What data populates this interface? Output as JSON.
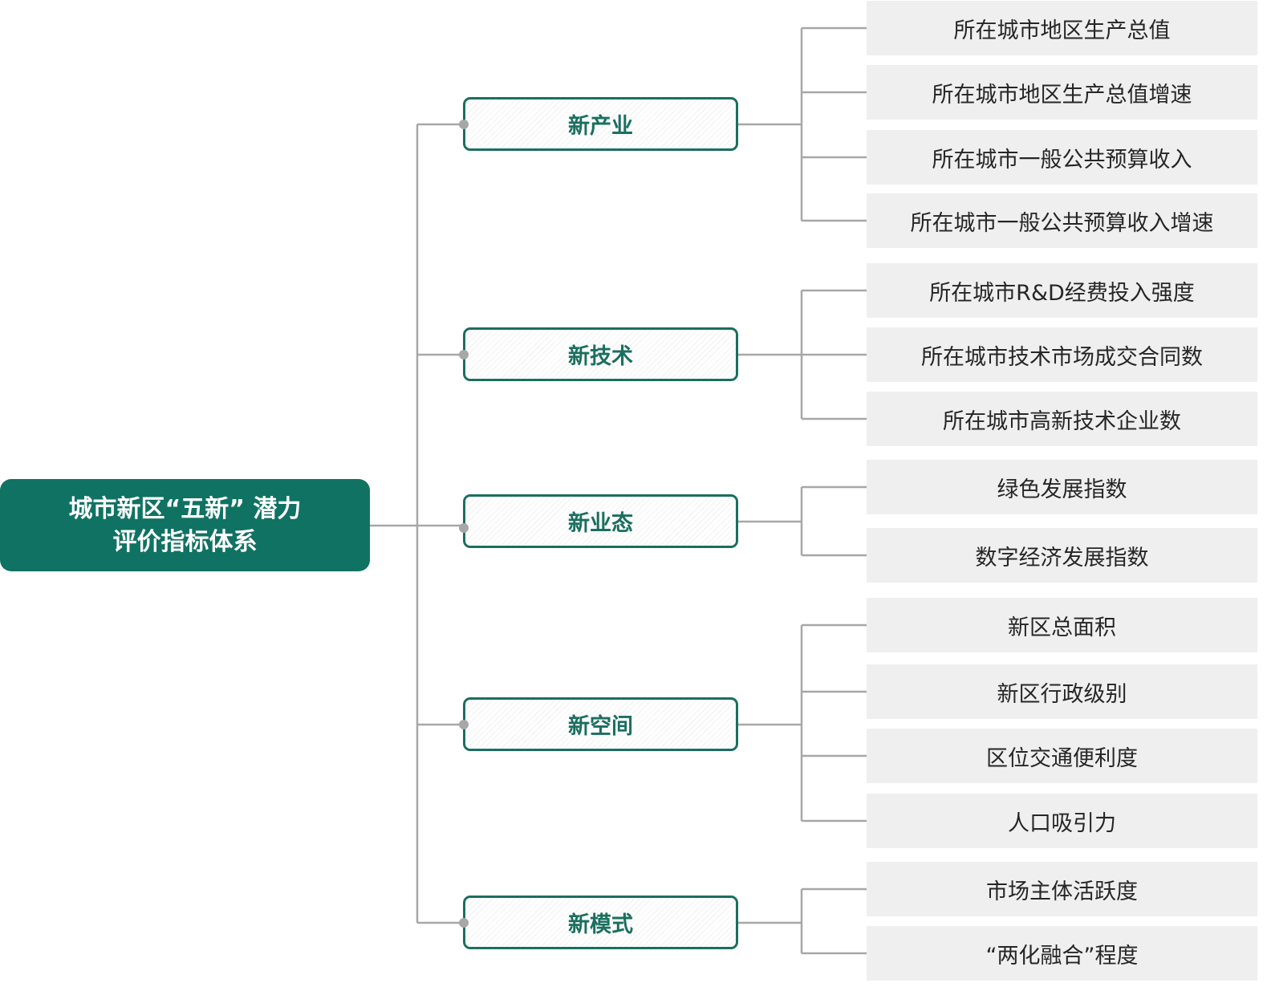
{
  "root": {
    "line1": "城市新区“五新” 潜力",
    "line2": "评价指标体系"
  },
  "categories": [
    {
      "label": "新产业",
      "indicators": [
        "所在城市地区生产总值",
        "所在城市地区生产总值增速",
        "所在城市一般公共预算收入",
        "所在城市一般公共预算收入增速"
      ]
    },
    {
      "label": "新技术",
      "indicators": [
        "所在城市R&D经费投入强度",
        "所在城市技术市场成交合同数",
        "所在城市高新技术企业数"
      ]
    },
    {
      "label": "新业态",
      "indicators": [
        "绿色发展指数",
        "数字经济发展指数"
      ]
    },
    {
      "label": "新空间",
      "indicators": [
        "新区总面积",
        "新区行政级别",
        "区位交通便利度",
        "人口吸引力"
      ]
    },
    {
      "label": "新模式",
      "indicators": [
        "市场主体活跃度",
        "“两化融合”程度"
      ]
    }
  ],
  "colors": {
    "primary": "#107262",
    "border": "#1b6f5f",
    "line": "#a7a7a7",
    "indicator_bg": "#efefef"
  }
}
